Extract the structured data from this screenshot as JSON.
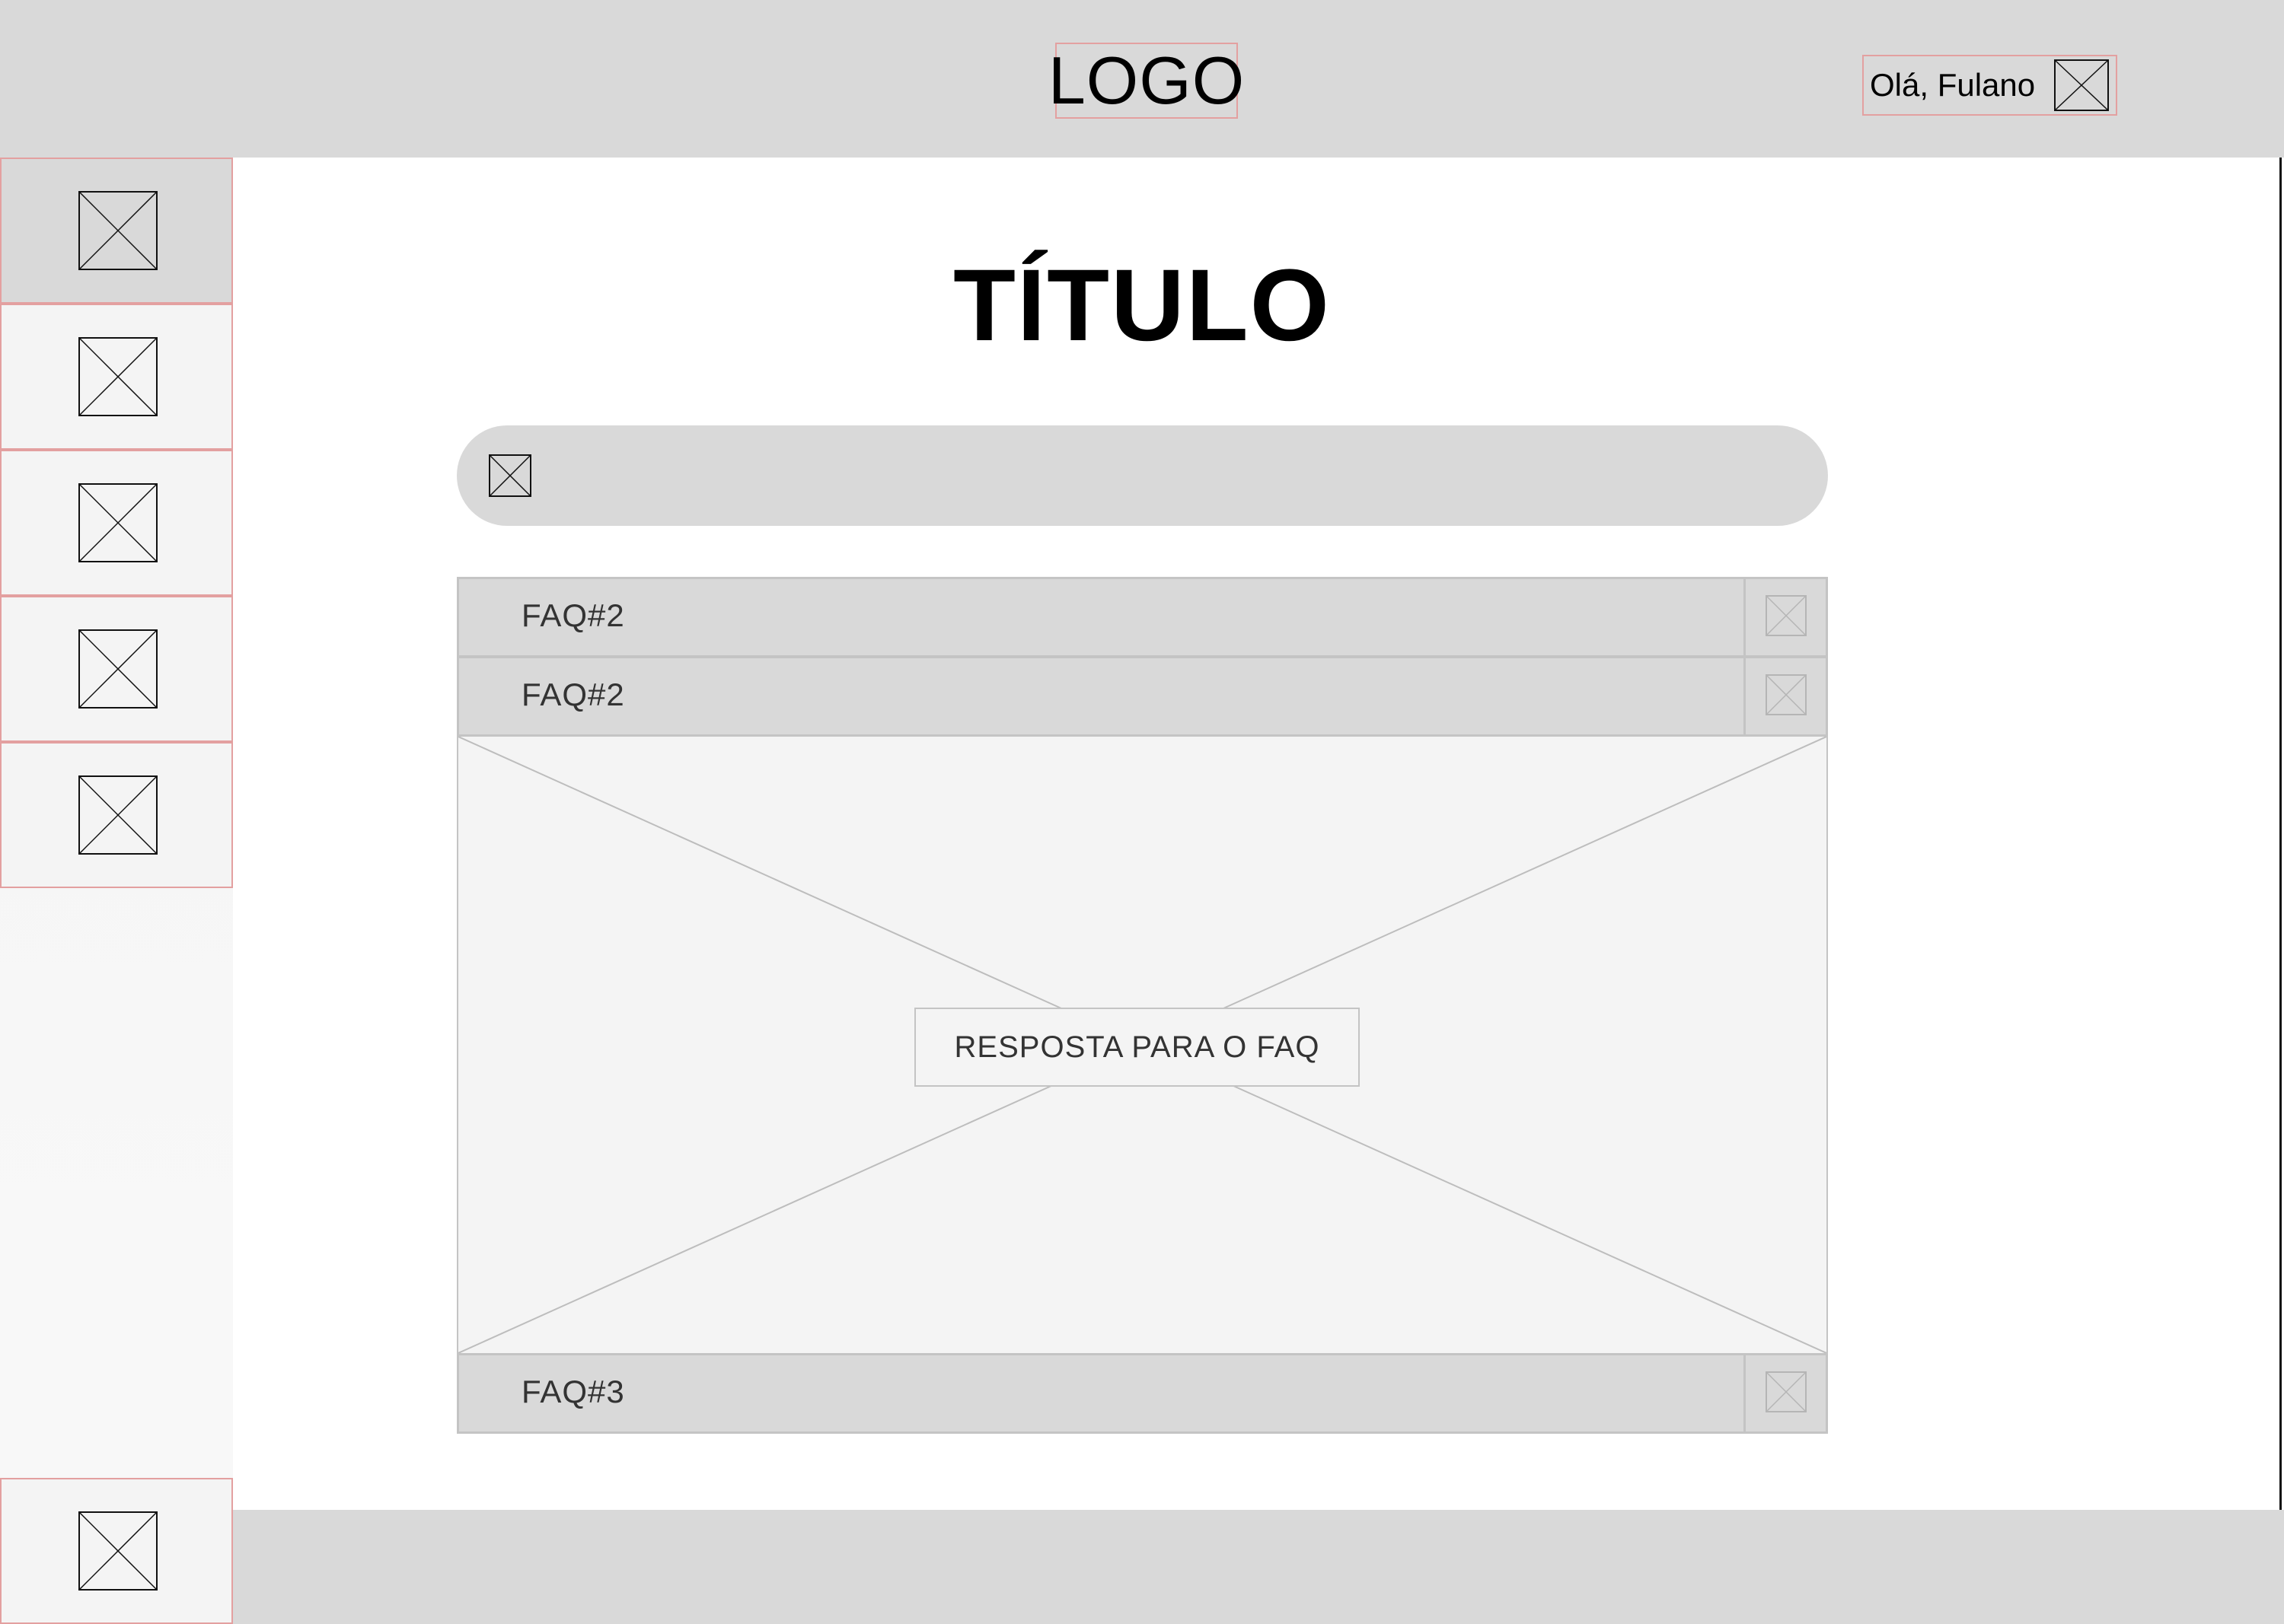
{
  "header": {
    "logo_text": "LOGO",
    "user_greeting": "Olá, Fulano",
    "avatar_icon": "image-placeholder-icon"
  },
  "sidebar": {
    "items": [
      {
        "icon": "image-placeholder-icon",
        "active": true
      },
      {
        "icon": "image-placeholder-icon",
        "active": false
      },
      {
        "icon": "image-placeholder-icon",
        "active": false
      },
      {
        "icon": "image-placeholder-icon",
        "active": false
      },
      {
        "icon": "image-placeholder-icon",
        "active": false
      }
    ],
    "bottom_item": {
      "icon": "image-placeholder-icon"
    }
  },
  "main": {
    "title": "TÍTULO",
    "search": {
      "icon": "search-icon-placeholder",
      "value": "",
      "placeholder": ""
    },
    "faqs": [
      {
        "label": "FAQ#2",
        "expanded": false
      },
      {
        "label": "FAQ#2",
        "expanded": true,
        "answer": "RESPOSTA PARA O FAQ"
      },
      {
        "label": "FAQ#3",
        "expanded": false
      }
    ]
  },
  "colors": {
    "header_bg": "#d9d9d9",
    "sidebar_bg": "#f4f4f4",
    "active_item_bg": "#d9d9d9",
    "item_border": "#e3a0a0",
    "faq_row_bg": "#d9d9d9",
    "faq_border": "#c4c4c4",
    "answer_bg": "#f4f4f4"
  }
}
